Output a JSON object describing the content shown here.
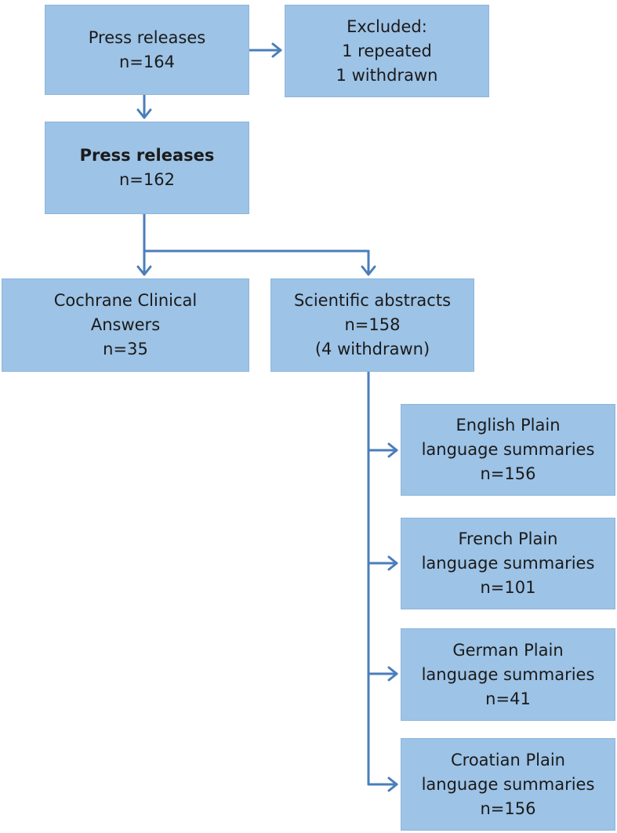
{
  "boxes": {
    "press_releases_initial": {
      "title": "Press releases",
      "count": "n=164"
    },
    "excluded": {
      "title": "Excluded:",
      "line1": "1 repeated",
      "line2": "1 withdrawn"
    },
    "press_releases_final": {
      "title": "Press releases",
      "count": "n=162"
    },
    "cca": {
      "line1": "Cochrane Clinical",
      "line2": "Answers",
      "count": "n=35"
    },
    "abstracts": {
      "title": "Scientific abstracts",
      "count": "n=158",
      "note": "(4 withdrawn)"
    },
    "english": {
      "line1": "English Plain",
      "line2": "language summaries",
      "count": "n=156"
    },
    "french": {
      "line1": "French Plain",
      "line2": "language summaries",
      "count": "n=101"
    },
    "german": {
      "line1": "German Plain",
      "line2": "language summaries",
      "count": "n=41"
    },
    "croatian": {
      "line1": "Croatian Plain",
      "line2": "language summaries",
      "count": "n=156"
    }
  },
  "colors": {
    "box_fill": "#9dc3e6",
    "connector": "#4a7ebb"
  }
}
